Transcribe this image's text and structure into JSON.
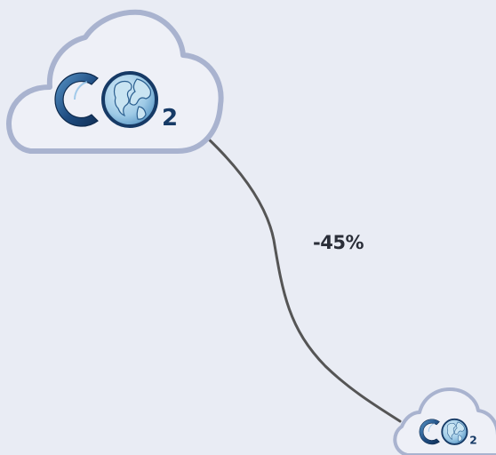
{
  "reduction_label": "-45%",
  "logo": {
    "text": "CO2",
    "subscript": "2",
    "icon": "earth-globe-icon"
  },
  "colors": {
    "background": "#e9ecf4",
    "cloud_outline": "#a9b3cf",
    "cloud_fill": "#eef0f7",
    "connector": "#555555",
    "logo_dark": "#163a66",
    "logo_light": "#5a97c9",
    "globe": "#9ecae6",
    "land": "#c9e4f2",
    "label": "#2a2e38"
  }
}
